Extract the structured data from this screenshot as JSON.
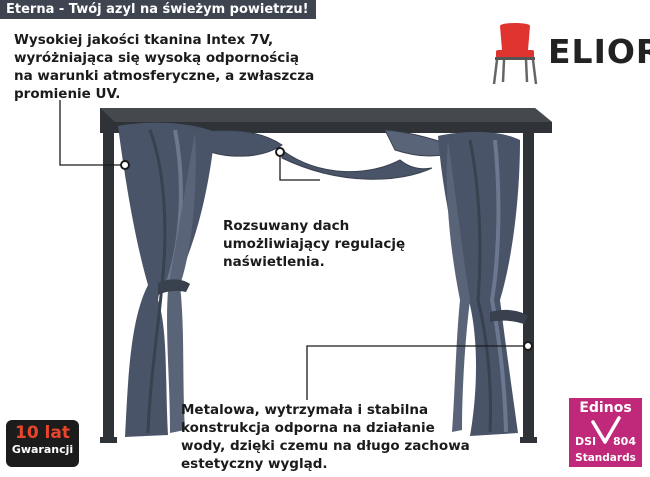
{
  "title": "Eterna - Twój azyl na świeżym powietrzu!",
  "brand": {
    "name": "ELIOR",
    "icon": "chair-icon",
    "icon_color": "#e0342f"
  },
  "callouts": {
    "fabric": [
      "Wysokiej jakości tkanina Intex 7V,",
      "wyróżniająca się wysoką odpornością",
      "na warunki atmosferyczne, a zwłaszcza",
      "promienie UV."
    ],
    "roof": [
      "Rozsuwany dach",
      "umożliwiający regulację",
      "naświetlenia."
    ],
    "frame": [
      "Metalowa, wytrzymała i stabilna",
      "konstrukcja odporna na działanie",
      "wody, dzięki czemu na długo zachowa",
      "estetyczny wygląd."
    ]
  },
  "warranty": {
    "years": "10 lat",
    "label": "Gwarancji",
    "years_color": "#e8452a"
  },
  "certificate": {
    "name": "Edinos",
    "code_left": "DSI",
    "code_right": "804",
    "label": "Standards",
    "color": "#c0297a"
  },
  "colors": {
    "frame": "#2f3236",
    "curtain": "#4a5468",
    "curtain_light": "#6c7890"
  }
}
